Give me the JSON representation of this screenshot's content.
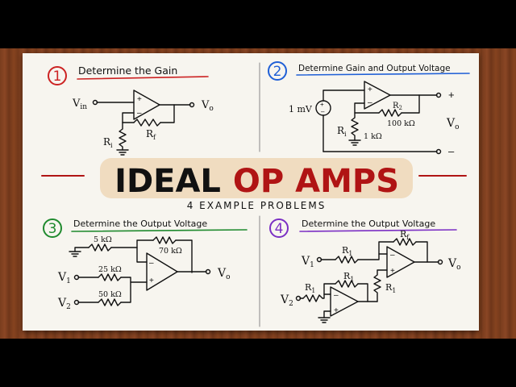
{
  "colors": {
    "p1": "#cc2222",
    "p2": "#1f5fd6",
    "p3": "#1f8a2e",
    "p4": "#7b2fc4",
    "title_red": "#b01414",
    "ink": "#111111",
    "band": "#f0dcc0"
  },
  "title": {
    "ideal": "IDEAL",
    "opamps": "OP AMPS",
    "subtitle": "4 EXAMPLE PROBLEMS"
  },
  "problems": [
    {
      "num": "1",
      "heading": "Determine the Gain",
      "labels": {
        "vin": "V",
        "vin_sub": "in",
        "vo": "V",
        "vo_sub": "o",
        "ri": "R",
        "ri_sub": "i",
        "rf": "R",
        "rf_sub": "f",
        "plus": "+",
        "minus": "–"
      }
    },
    {
      "num": "2",
      "heading": "Determine Gain and Output Voltage",
      "labels": {
        "source": "1 mV",
        "r2": "R",
        "r2_sub": "2",
        "r2_val": "100 kΩ",
        "ri": "R",
        "ri_sub": "i",
        "ri_val": "1 kΩ",
        "vo": "V",
        "vo_sub": "o",
        "plus_out": "+",
        "minus_out": "–",
        "plus": "+",
        "minus": "–"
      }
    },
    {
      "num": "3",
      "heading": "Determine the Output Voltage",
      "labels": {
        "r_top": "5 kΩ",
        "r_fb": "70 kΩ",
        "r_v1": "25 kΩ",
        "r_v2": "50 kΩ",
        "v1": "V",
        "v1_sub": "1",
        "v2": "V",
        "v2_sub": "2",
        "vo": "V",
        "vo_sub": "o",
        "plus": "+",
        "minus": "–"
      }
    },
    {
      "num": "4",
      "heading": "Determine the Output Voltage",
      "labels": {
        "rf": "R",
        "rf_sub": "f",
        "r1a": "R",
        "r1a_sub": "1",
        "r1b": "R",
        "r1b_sub": "1",
        "r1c": "R",
        "r1c_sub": "1",
        "r1d": "R",
        "r1d_sub": "1",
        "v1": "V",
        "v1_sub": "1",
        "v2": "V",
        "v2_sub": "2",
        "vo": "V",
        "vo_sub": "o",
        "plus": "+",
        "minus": "–"
      }
    }
  ]
}
